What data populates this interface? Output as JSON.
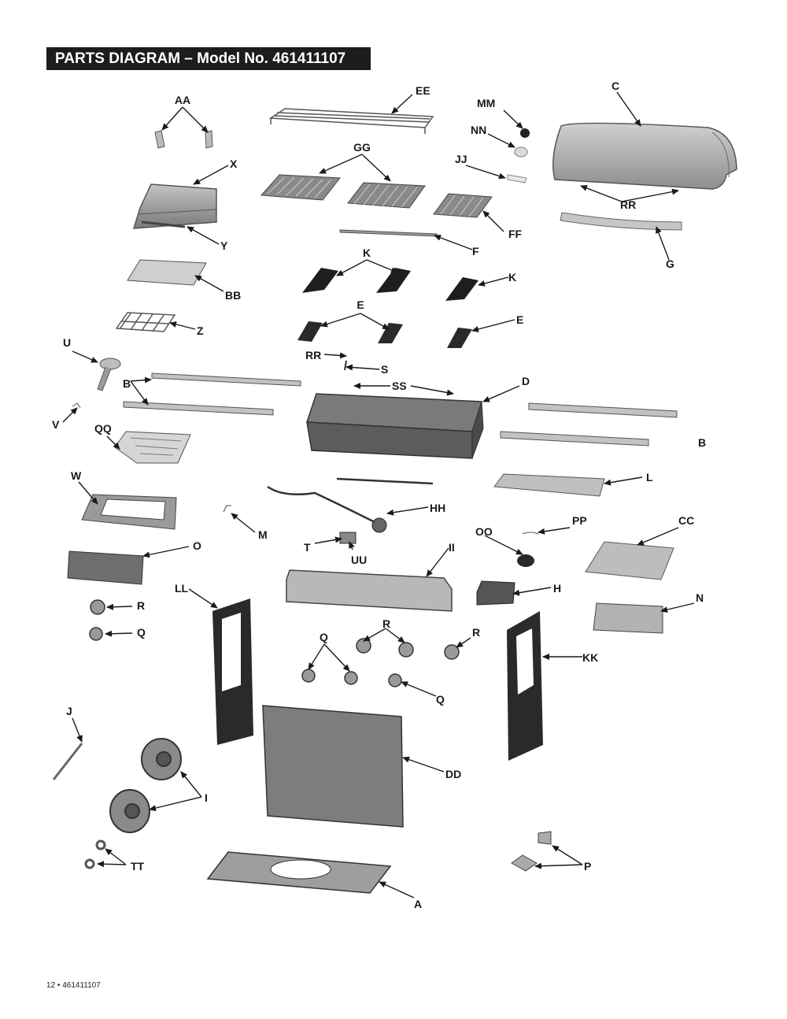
{
  "header": {
    "title": "PARTS DIAGRAM – Model No. 461411107"
  },
  "footer": {
    "page": "12",
    "separator": "•",
    "model": "461411107"
  },
  "labels": {
    "AA": "AA",
    "EE": "EE",
    "MM": "MM",
    "C": "C",
    "NN": "NN",
    "GG": "GG",
    "X": "X",
    "JJ": "JJ",
    "RR": "RR",
    "Y": "Y",
    "FF": "FF",
    "F": "F",
    "G": "G",
    "K": "K",
    "BB": "BB",
    "E": "E",
    "Z": "Z",
    "U": "U",
    "S": "S",
    "SS": "SS",
    "D": "D",
    "B": "B",
    "V": "V",
    "QQ": "QQ",
    "W": "W",
    "L": "L",
    "HH": "HH",
    "M": "M",
    "OO": "OO",
    "PP": "PP",
    "CC": "CC",
    "O": "O",
    "T": "T",
    "UU": "UU",
    "II": "II",
    "H": "H",
    "LL": "LL",
    "N": "N",
    "R": "R",
    "Q": "Q",
    "KK": "KK",
    "J": "J",
    "DD": "DD",
    "I": "I",
    "TT": "TT",
    "P": "P",
    "A": "A"
  },
  "colors": {
    "ink": "#1a1a1a",
    "part_fill": "#a8a8a8",
    "part_dark": "#4a4a4a",
    "header_bg": "#1c1c1c"
  }
}
